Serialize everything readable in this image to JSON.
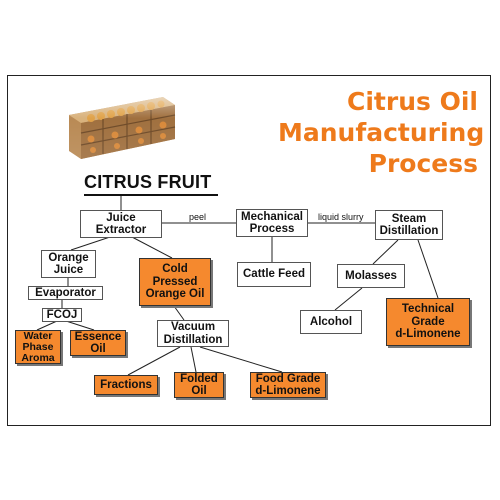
{
  "title": {
    "line1": "Citrus Oil",
    "line2": "Manufacturing",
    "line3": "Process"
  },
  "heading": "CITRUS FRUIT",
  "colors": {
    "accent": "#ee7a1b",
    "product_box": "#f5892e",
    "process_box": "#ffffff"
  },
  "nodes": {
    "juice_extractor": {
      "line1": "Juice",
      "line2": "Extractor"
    },
    "mechanical_process": {
      "line1": "Mechanical",
      "line2": "Process"
    },
    "steam_distillation": {
      "line1": "Steam",
      "line2": "Distillation"
    },
    "orange_juice": {
      "line1": "Orange",
      "line2": "Juice"
    },
    "evaporator": "Evaporator",
    "fcoj": "FCOJ",
    "water_phase_aroma": {
      "line1": "Water",
      "line2": "Phase",
      "line3": "Aroma"
    },
    "essence_oil": {
      "line1": "Essence",
      "line2": "Oil"
    },
    "cold_pressed": {
      "line1": "Cold",
      "line2": "Pressed",
      "line3": "Orange Oil"
    },
    "vacuum_distillation": {
      "line1": "Vacuum",
      "line2": "Distillation"
    },
    "fractions": "Fractions",
    "folded_oil": {
      "line1": "Folded",
      "line2": "Oil"
    },
    "food_grade": {
      "line1": "Food Grade",
      "line2": "d-Limonene"
    },
    "cattle_feed": "Cattle Feed",
    "molasses": "Molasses",
    "alcohol": "Alcohol",
    "technical_grade": {
      "line1": "Technical",
      "line2": "Grade",
      "line3": "d-Limonene"
    }
  },
  "edges": {
    "peel": "peel",
    "liquid_slurry": "liquid slurry"
  }
}
